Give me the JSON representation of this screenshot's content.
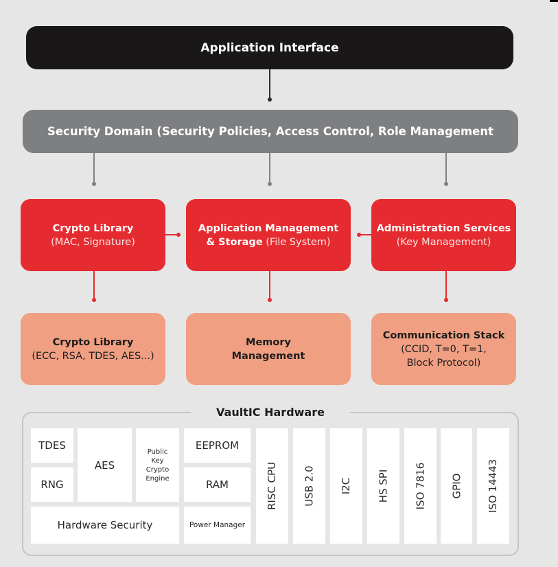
{
  "app_interface": {
    "label": "Application Interface"
  },
  "security_domain": {
    "label": "Security Domain (Security Policies, Access Control, Role Management"
  },
  "crypto_library_upper": {
    "title": "Crypto Library",
    "subtitle": "(MAC, Signature)"
  },
  "app_management": {
    "title_line1": "Application Management",
    "title_line2": "& Storage",
    "subtitle": "(File System)"
  },
  "admin_services": {
    "title": "Administration Services",
    "subtitle": "(Key Management)"
  },
  "crypto_library_lower": {
    "title": "Crypto Library",
    "subtitle": "(ECC, RSA, TDES, AES...)"
  },
  "memory_management": {
    "line1": "Memory",
    "line2": "Management"
  },
  "communication_stack": {
    "title": "Communication Stack",
    "line1": "(CCID, T=0, T=1,",
    "line2": "Block Protocol)"
  },
  "hardware": {
    "title": "VaultIC Hardware",
    "tdes": "TDES",
    "rng": "RNG",
    "aes": "AES",
    "pk_line1": "Public",
    "pk_line2": "Key",
    "pk_line3": "Crypto",
    "pk_line4": "Engine",
    "eeprom": "EEPROM",
    "ram": "RAM",
    "hw_security": "Hardware Security",
    "power_manager": "Power Manager",
    "vertical": [
      "RISC CPU",
      "USB 2.0",
      "I2C",
      "HS SPI",
      "ISO 7816",
      "GPIO",
      "ISO 14443"
    ]
  },
  "colors": {
    "app_interface": "#1a1718",
    "security_domain": "#7e7f81",
    "service_red": "#e62b30",
    "component_salmon": "#f09f82",
    "background": "#e6e6e7",
    "hardware_cell": "#ffffff"
  }
}
